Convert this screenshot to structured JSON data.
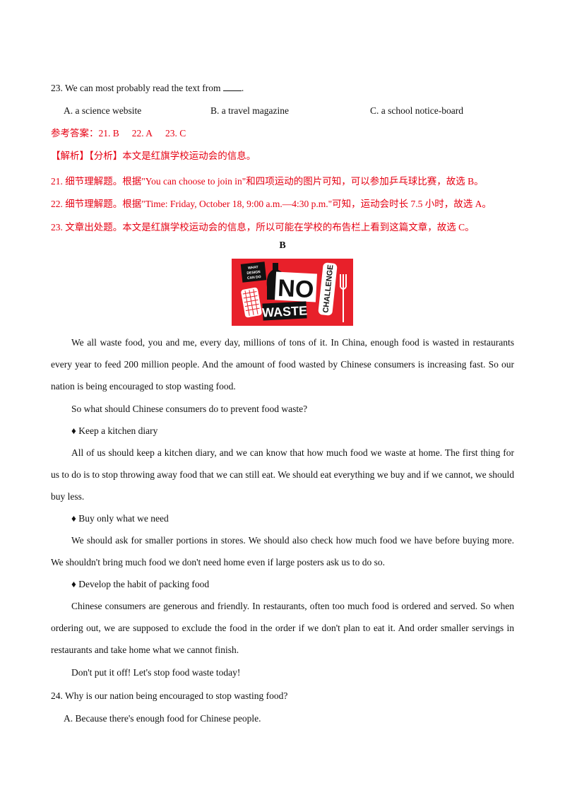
{
  "q23": {
    "stem": "23. We can most probably read the text from",
    "stem_end": ".",
    "opt_a": "A. a science website",
    "opt_b": "B. a travel magazine",
    "opt_c": "C. a school notice-board"
  },
  "answers": {
    "label": "参考答案：",
    "a21": "21. B",
    "a22": "22. A",
    "a23": "23. C"
  },
  "analysis": {
    "intro": "【解析】【分析】本文是红旗学校运动会的信息。",
    "e21": "21.  细节理解题。根据\"You can choose to join in\"和四项运动的图片可知，可以参加乒乓球比赛，故选 B。",
    "e22": "22.  细节理解题。根据\"Time: Friday, October 18, 9:00 a.m.—4:30 p.m.\"可知，运动会时长 7.5 小时，故选 A。",
    "e23": "23.  文章出处题。本文是红旗学校运动会的信息，所以可能在学校的布告栏上看到这篇文章，故选 C。"
  },
  "section_b": "B",
  "banner": {
    "sign_lines": [
      "WHAT",
      "DESIGN",
      "CAN DO"
    ],
    "no": "NO",
    "waste": "WASTE",
    "challenge": "CHALLENGE",
    "colors": {
      "red": "#e8202a",
      "black": "#111111",
      "white": "#ffffff"
    }
  },
  "passage": {
    "p1": "We all waste food, you and me, every day, millions of tons of it. In China, enough food is wasted in restaurants every year to feed 200 million people. And the amount of food wasted by Chinese consumers is increasing fast. So our nation is being encouraged to stop wasting food.",
    "p2": "So what should Chinese consumers do to prevent food waste?",
    "h1": "♦ Keep a kitchen diary",
    "p3": "All of us should keep a kitchen diary, and we can know that how much food we waste at home. The first thing for us to do is to stop throwing away food that we can still eat. We should eat everything we buy and if we cannot, we should buy less.",
    "h2": "♦ Buy only what we need",
    "p4": "We should ask for smaller portions in stores. We should also check how much food we have before buying more. We shouldn't bring much food we don't need home even if large posters ask us to do so.",
    "h3": "♦ Develop the habit of packing food",
    "p5": "Chinese consumers are generous and friendly. In restaurants, often too much food is ordered and served. So when ordering out, we are supposed to exclude the food in the order if we don't plan to eat it. And order smaller servings in restaurants and take home what we cannot finish.",
    "p6": "Don't put it off! Let's stop food waste today!"
  },
  "q24": {
    "stem": "24. Why is our nation being encouraged to stop wasting food?",
    "opt_a": "A. Because there's enough food for Chinese people."
  },
  "colors": {
    "answer_red": "#e60012",
    "text": "#111111"
  }
}
